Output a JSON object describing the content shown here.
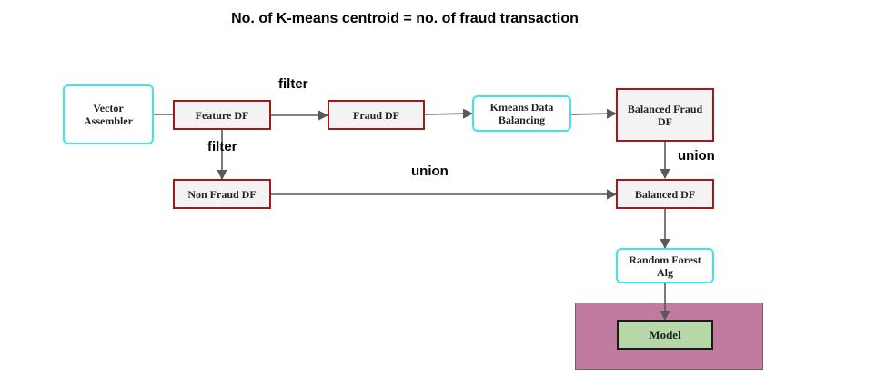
{
  "title": "No. of K-means centroid = no. of fraud transaction",
  "nodes": {
    "vector_assembler": "Vector\nAssembler",
    "feature_df": "Feature DF",
    "fraud_df": "Fraud DF",
    "kmeans": "Kmeans Data\nBalancing",
    "balanced_fraud_df": "Balanced Fraud\nDF",
    "non_fraud_df": "Non Fraud DF",
    "balanced_df": "Balanced DF",
    "random_forest": "Random Forest\nAlg",
    "model": "Model"
  },
  "edge_labels": {
    "filter_top": "filter",
    "filter_down": "filter",
    "union_middle": "union",
    "union_right": "union"
  },
  "colors": {
    "process_border": "#9e1b1b",
    "step_border": "#3ee6ea",
    "model_fill": "#b6d7a8",
    "panel_fill": "#c27ba0"
  }
}
